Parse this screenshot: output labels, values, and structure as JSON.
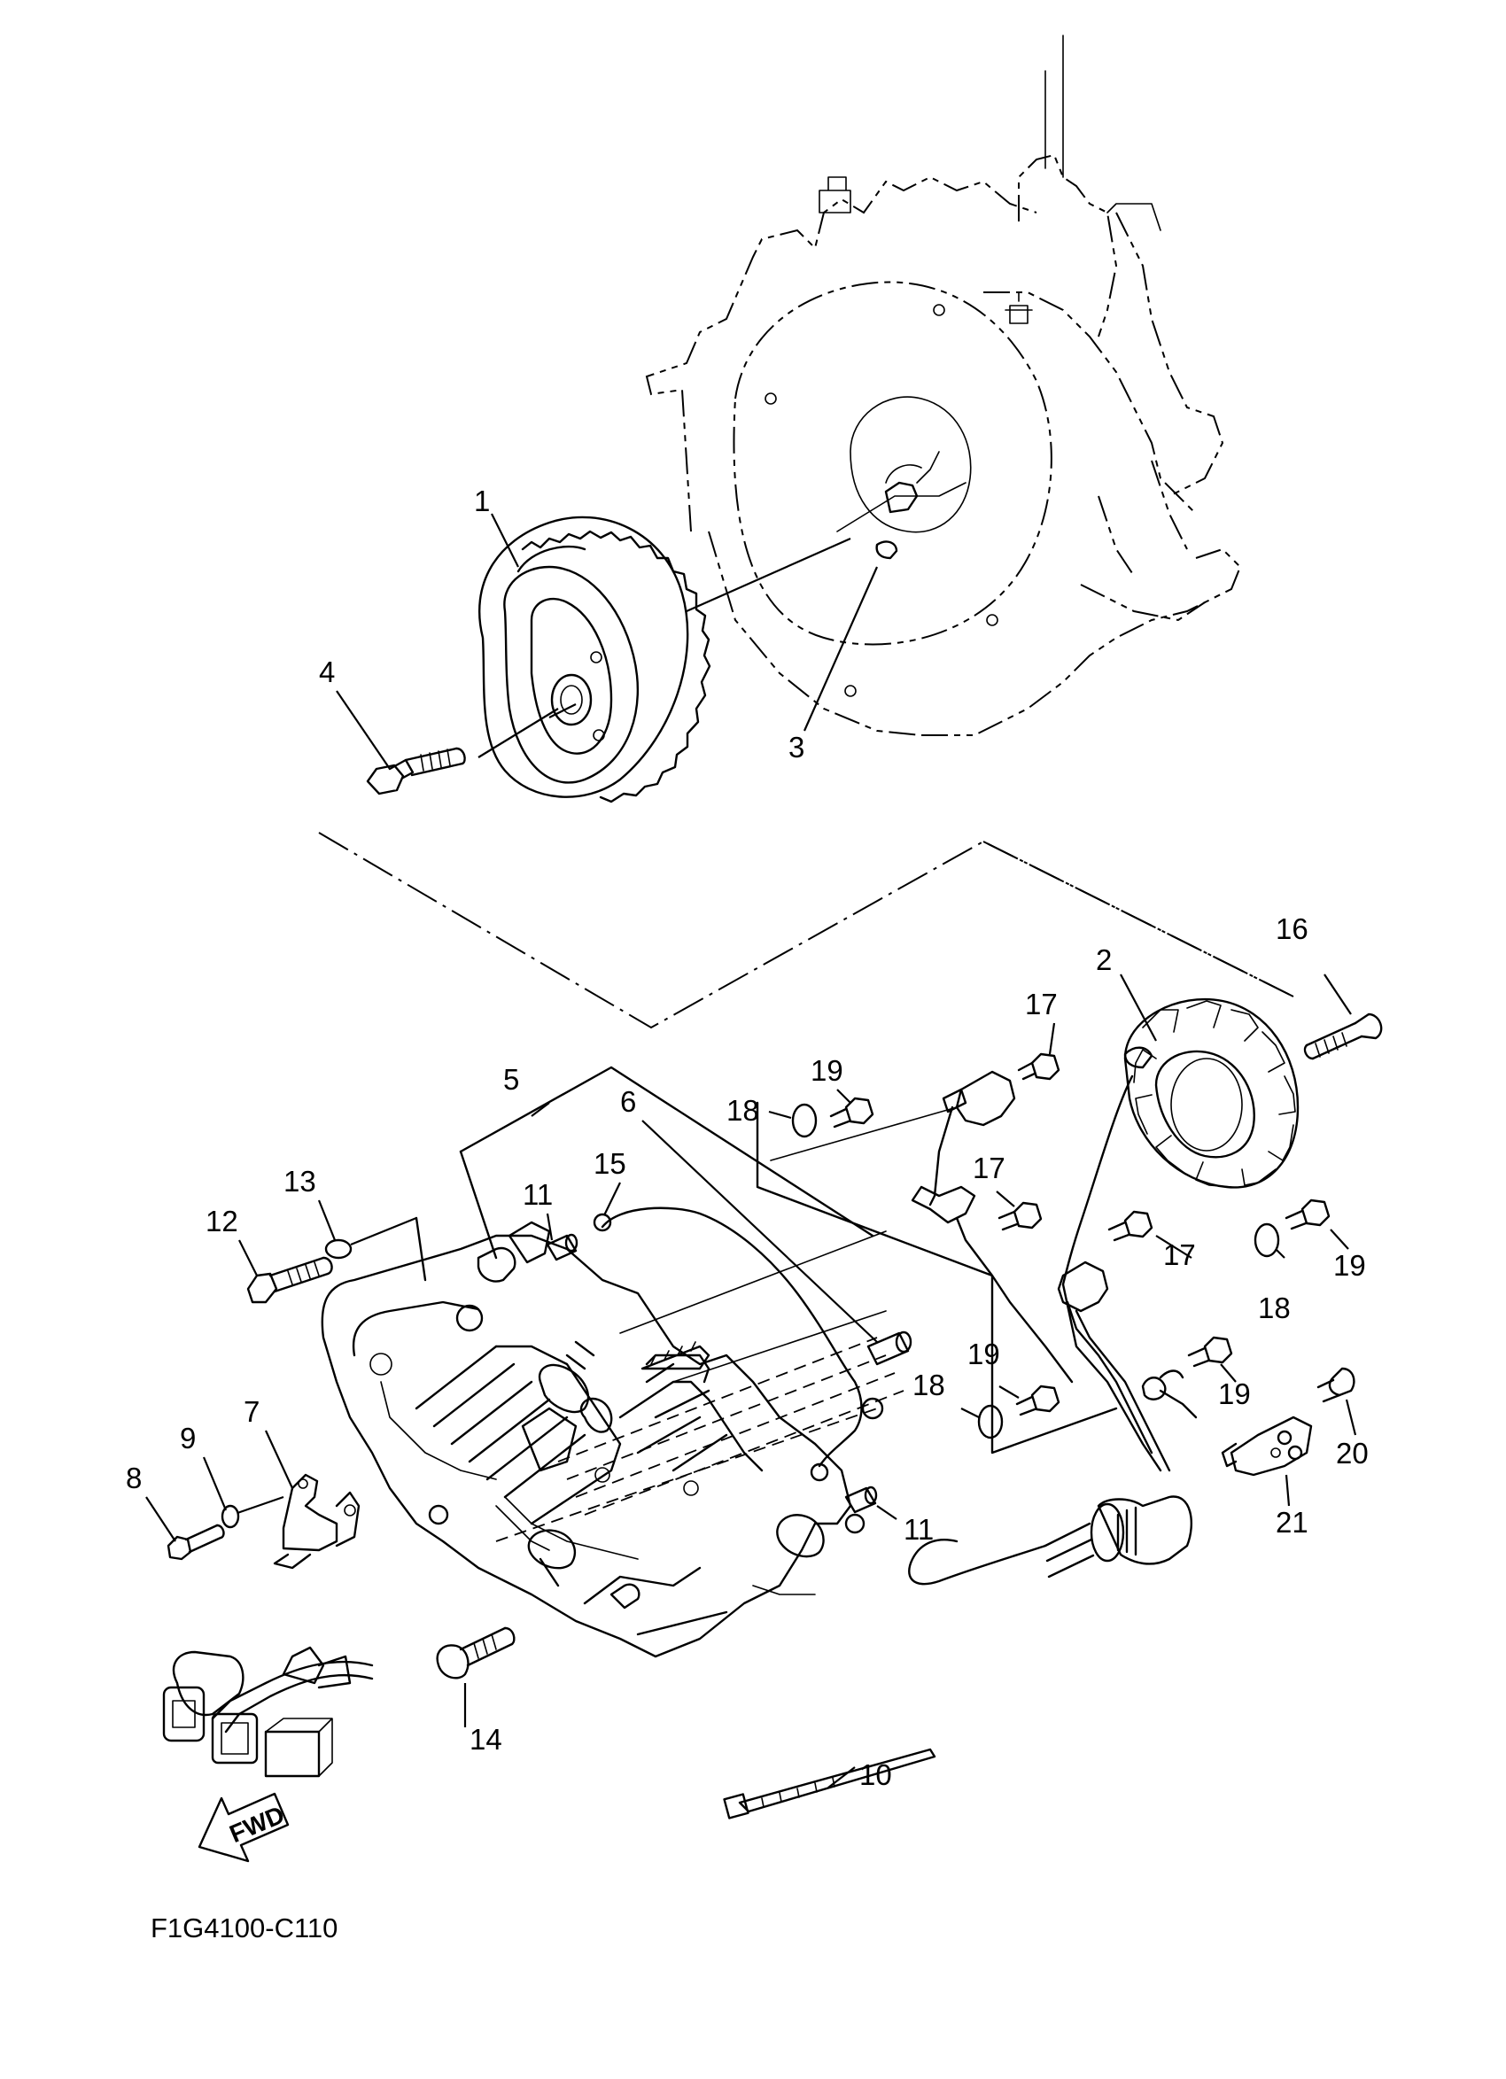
{
  "diagram_code": "F1G4100-C110",
  "direction_arrow_label": "FWD",
  "callouts": [
    {
      "id": "c1",
      "label": "1"
    },
    {
      "id": "c2",
      "label": "2"
    },
    {
      "id": "c3",
      "label": "3"
    },
    {
      "id": "c4",
      "label": "4"
    },
    {
      "id": "c5",
      "label": "5"
    },
    {
      "id": "c6",
      "label": "6"
    },
    {
      "id": "c7",
      "label": "7"
    },
    {
      "id": "c8",
      "label": "8"
    },
    {
      "id": "c9",
      "label": "9"
    },
    {
      "id": "c10",
      "label": "10"
    },
    {
      "id": "c11a",
      "label": "11"
    },
    {
      "id": "c11b",
      "label": "11"
    },
    {
      "id": "c12",
      "label": "12"
    },
    {
      "id": "c13",
      "label": "13"
    },
    {
      "id": "c14",
      "label": "14"
    },
    {
      "id": "c15",
      "label": "15"
    },
    {
      "id": "c16",
      "label": "16"
    },
    {
      "id": "c17a",
      "label": "17"
    },
    {
      "id": "c17b",
      "label": "17"
    },
    {
      "id": "c17c",
      "label": "17"
    },
    {
      "id": "c18a",
      "label": "18"
    },
    {
      "id": "c18b",
      "label": "18"
    },
    {
      "id": "c18c",
      "label": "18"
    },
    {
      "id": "c19a",
      "label": "19"
    },
    {
      "id": "c19b",
      "label": "19"
    },
    {
      "id": "c19c",
      "label": "19"
    },
    {
      "id": "c19d",
      "label": "19"
    },
    {
      "id": "c20",
      "label": "20"
    },
    {
      "id": "c21",
      "label": "21"
    }
  ]
}
